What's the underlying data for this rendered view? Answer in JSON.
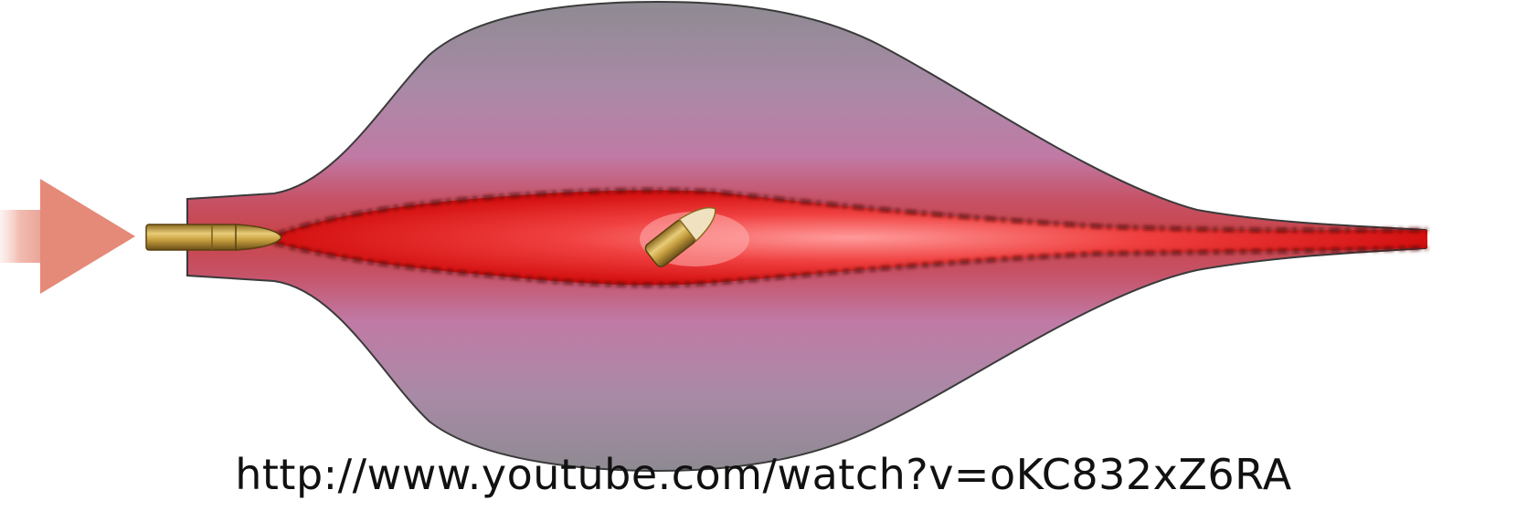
{
  "caption": {
    "url": "http://www.youtube.com/watch?v=oKC832xZ6RA"
  },
  "figure": {
    "elements": [
      "entry-arrow-icon",
      "bullet-icon",
      "wound-cavity",
      "wound-track",
      "tumbling-bullet-icon"
    ],
    "colors": {
      "cavity_outer": "#a88ca0",
      "cavity_band": "#c35a6a",
      "track": "#e01010",
      "track_edge": "#5a0c0c",
      "bullet": "#c8a040",
      "arrow": "#e58a78"
    }
  }
}
